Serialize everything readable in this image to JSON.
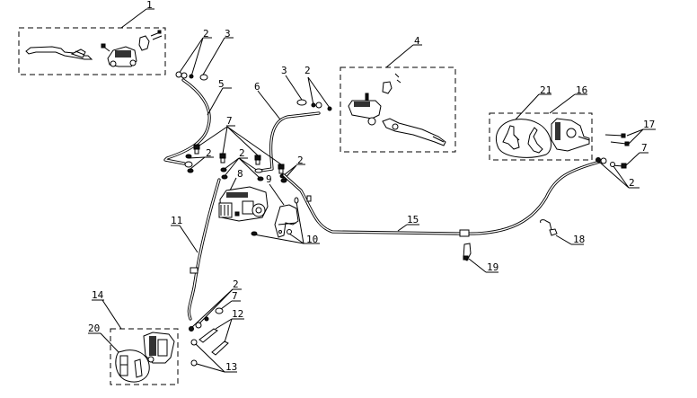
{
  "diagram": {
    "title": "Brake system exploded parts diagram",
    "callouts": [
      {
        "id": "c1",
        "label": "1",
        "part": "rear-brake-lever-assembly"
      },
      {
        "id": "c2a",
        "label": "2",
        "part": "sealing-washer"
      },
      {
        "id": "c3a",
        "label": "3",
        "part": "banjo-bolt"
      },
      {
        "id": "c4",
        "label": "4",
        "part": "front-brake-master-cylinder-assembly"
      },
      {
        "id": "c5",
        "label": "5",
        "part": "brake-hose-left"
      },
      {
        "id": "c6",
        "label": "6",
        "part": "brake-hose-right"
      },
      {
        "id": "c3b",
        "label": "3",
        "part": "banjo-bolt"
      },
      {
        "id": "c2b",
        "label": "2",
        "part": "sealing-washer"
      },
      {
        "id": "c7a",
        "label": "7",
        "part": "banjo-bolt-cap"
      },
      {
        "id": "c2c",
        "label": "2",
        "part": "sealing-washer"
      },
      {
        "id": "c2d",
        "label": "2",
        "part": "sealing-washer"
      },
      {
        "id": "c2e",
        "label": "2",
        "part": "sealing-washer"
      },
      {
        "id": "c8",
        "label": "8",
        "part": "abs-unit"
      },
      {
        "id": "c9",
        "label": "9",
        "part": "abs-bracket"
      },
      {
        "id": "c10",
        "label": "10",
        "part": "bracket-bolts"
      },
      {
        "id": "c11",
        "label": "11",
        "part": "rear-brake-hose"
      },
      {
        "id": "c15",
        "label": "15",
        "part": "front-brake-line"
      },
      {
        "id": "c16",
        "label": "16",
        "part": "front-caliper-assembly"
      },
      {
        "id": "c21",
        "label": "21",
        "part": "front-brake-pads"
      },
      {
        "id": "c17",
        "label": "17",
        "part": "caliper-mount-bolts"
      },
      {
        "id": "c7b",
        "label": "7",
        "part": "banjo-bolt"
      },
      {
        "id": "c2f",
        "label": "2",
        "part": "sealing-washer"
      },
      {
        "id": "c18",
        "label": "18",
        "part": "hose-clip"
      },
      {
        "id": "c19",
        "label": "19",
        "part": "line-joint"
      },
      {
        "id": "c14",
        "label": "14",
        "part": "rear-caliper-assembly"
      },
      {
        "id": "c20",
        "label": "20",
        "part": "rear-brake-pads"
      },
      {
        "id": "c2g",
        "label": "2",
        "part": "sealing-washer"
      },
      {
        "id": "c7c",
        "label": "7",
        "part": "banjo-bolt"
      },
      {
        "id": "c12",
        "label": "12",
        "part": "caliper-bolts"
      },
      {
        "id": "c13",
        "label": "13",
        "part": "washers"
      }
    ]
  }
}
